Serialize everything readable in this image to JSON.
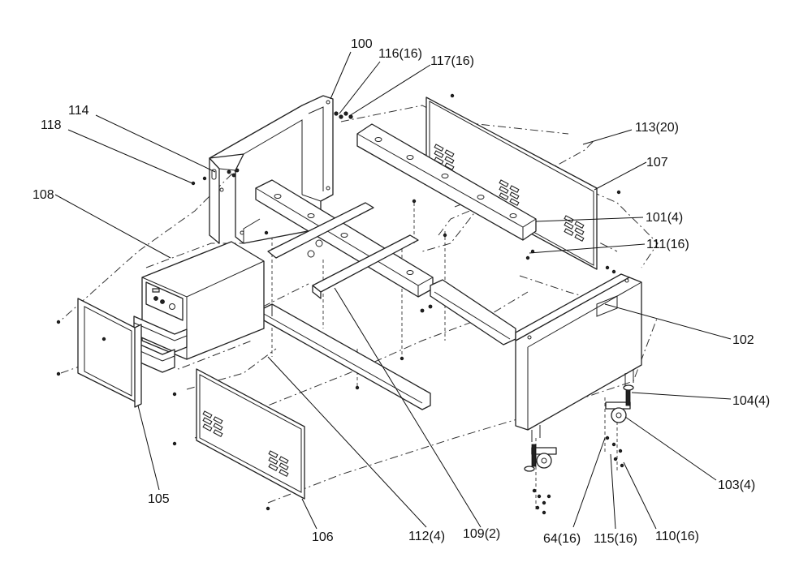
{
  "labels": {
    "l100": "100",
    "l116": "116(16)",
    "l117": "117(16)",
    "l114": "114",
    "l118": "118",
    "l113": "113(20)",
    "l107": "107",
    "l108": "108",
    "l101": "101(4)",
    "l111": "111(16)",
    "l102": "102",
    "l104": "104(4)",
    "l103": "103(4)",
    "l105": "105",
    "l106": "106",
    "l112": "112(4)",
    "l109": "109(2)",
    "l64": "64(16)",
    "l115": "115(16)",
    "l110": "110(16)"
  }
}
